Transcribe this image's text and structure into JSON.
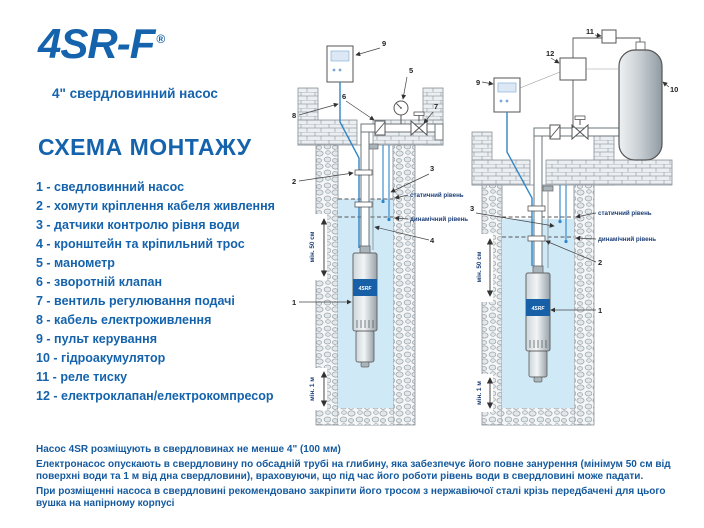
{
  "colors": {
    "accent": "#1563ac",
    "water": "#cfe9f7",
    "cable": "#2e86c8",
    "pump_band": "#1760a8"
  },
  "header": {
    "logo": "4SR-F",
    "reg": "®",
    "subtitle": "4\" свердловинний насос",
    "title": "СХЕМА МОНТАЖУ"
  },
  "legend": {
    "items": [
      {
        "text": "1 - сведловинний насос"
      },
      {
        "text": "2 - хомути кріплення кабеля живлення"
      },
      {
        "text": "3 - датчики контролю рівня води"
      },
      {
        "text": "4 - кронштейн та кріпильний трос"
      },
      {
        "text": "5 - манометр"
      },
      {
        "text": "6 - зворотній клапан"
      },
      {
        "text": "7 - вентиль регулювання подачі"
      },
      {
        "text": "8 - кабель електроживлення"
      },
      {
        "text": "9 - пульт керування"
      },
      {
        "text": "10 - гідроакумулятор"
      },
      {
        "text": "11 - реле тиску"
      },
      {
        "text": "12 - електроклапан/електрокомпресор"
      }
    ]
  },
  "diagrams": {
    "shared": {
      "static_level": "статичний рівень",
      "dynamic_level": "динамічний рівень",
      "min_50cm": "мін. 50 см",
      "min_1m": "мін. 1 м",
      "pump_label": "4SRF"
    },
    "left": {
      "callouts": {
        "c1": "1",
        "c2": "2",
        "c3": "3",
        "c4": "4",
        "c5": "5",
        "c6": "6",
        "c7": "7",
        "c8": "8",
        "c9": "9"
      }
    },
    "right": {
      "callouts": {
        "c1": "1",
        "c2": "2",
        "c3": "3",
        "c9": "9",
        "c10": "10",
        "c11": "11",
        "c12": "12"
      }
    }
  },
  "notes": {
    "p1": "Насос 4SR розміщують в свердловинах не менше 4\" (100 мм)",
    "p2": "Електронасос опускають в свердловину по обсадній трубі на глибину, яка забезпечує його повне занурення (мінімум 50 см від поверхні води та 1 м від дна свердловини), враховуючи, що під час його роботи рівень води в свердловині може падати.",
    "p3": "При розміщенні насоса в свердловині рекомендовано закріпити його тросом з нержавіючої сталі крізь передбачені для цього вушка на напірному корпусі"
  }
}
